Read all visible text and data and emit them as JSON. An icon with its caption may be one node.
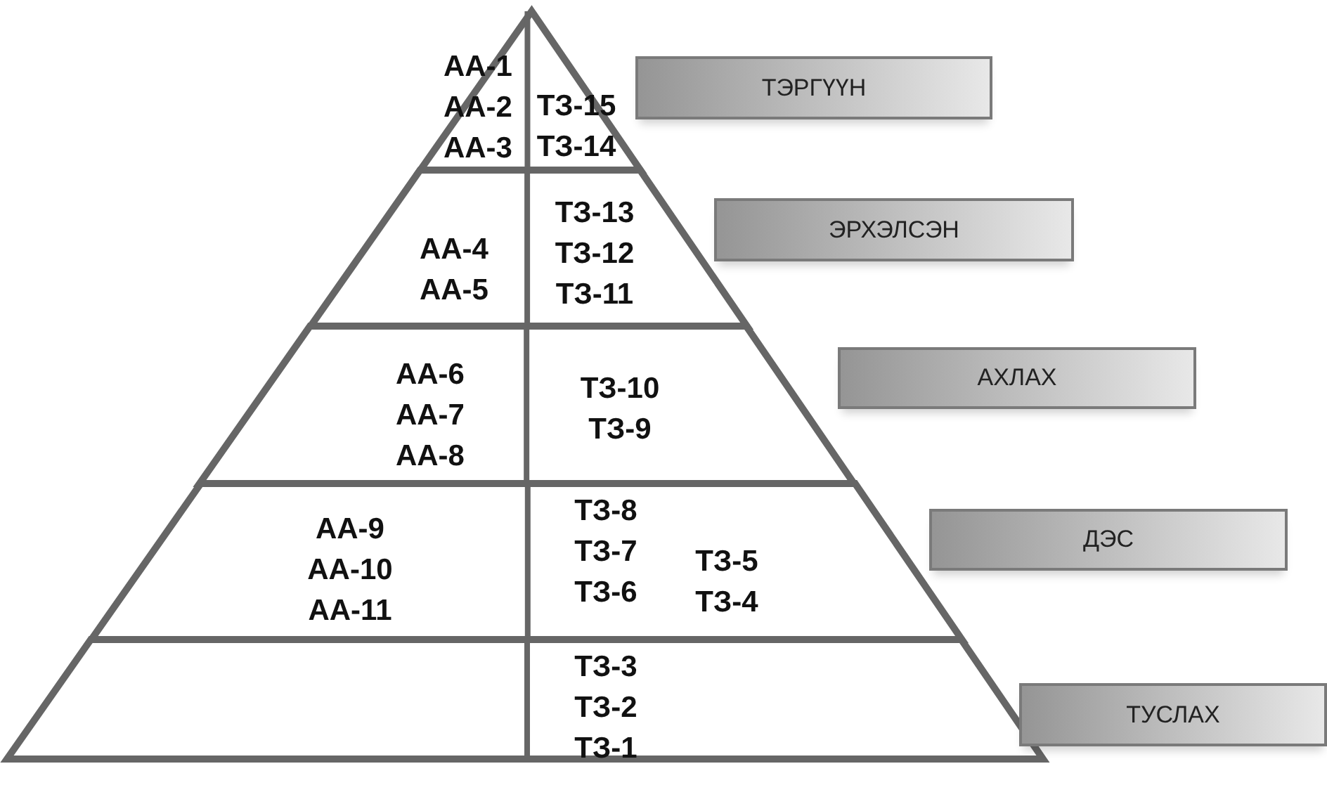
{
  "diagram": {
    "nodes": [
      {
        "text": [
          "АА-1 АА-2 АА-3",
          "ТЗ-15 ТЗ-14"
        ]
      },
      {
        "text": [
          "АА-4 АА-5",
          "ТЗ-13 ТЗ-12 ТЗ-11"
        ]
      },
      {
        "text": [
          "АА-6 АА-7 АА-8",
          "ТЗ-10 ТЗ-9"
        ]
      },
      {
        "text": [
          "АА-9 АА-10 АА-11",
          "ТЗ-8 ТЗ-7 ТЗ-6",
          "ТЗ-5 ТЗ-4"
        ]
      },
      {
        "text": [
          "ТЗ-3 ТЗ-2 ТЗ-1"
        ]
      },
      {
        "text": [
          "ТЭРГҮҮН"
        ]
      },
      {
        "text": [
          "ЭРХЭЛСЭН"
        ]
      },
      {
        "text": [
          "АХЛАХ"
        ]
      },
      {
        "text": [
          "ДЭС"
        ]
      },
      {
        "text": [
          "ТУСЛАХ"
        ]
      }
    ],
    "edges": []
  }
}
